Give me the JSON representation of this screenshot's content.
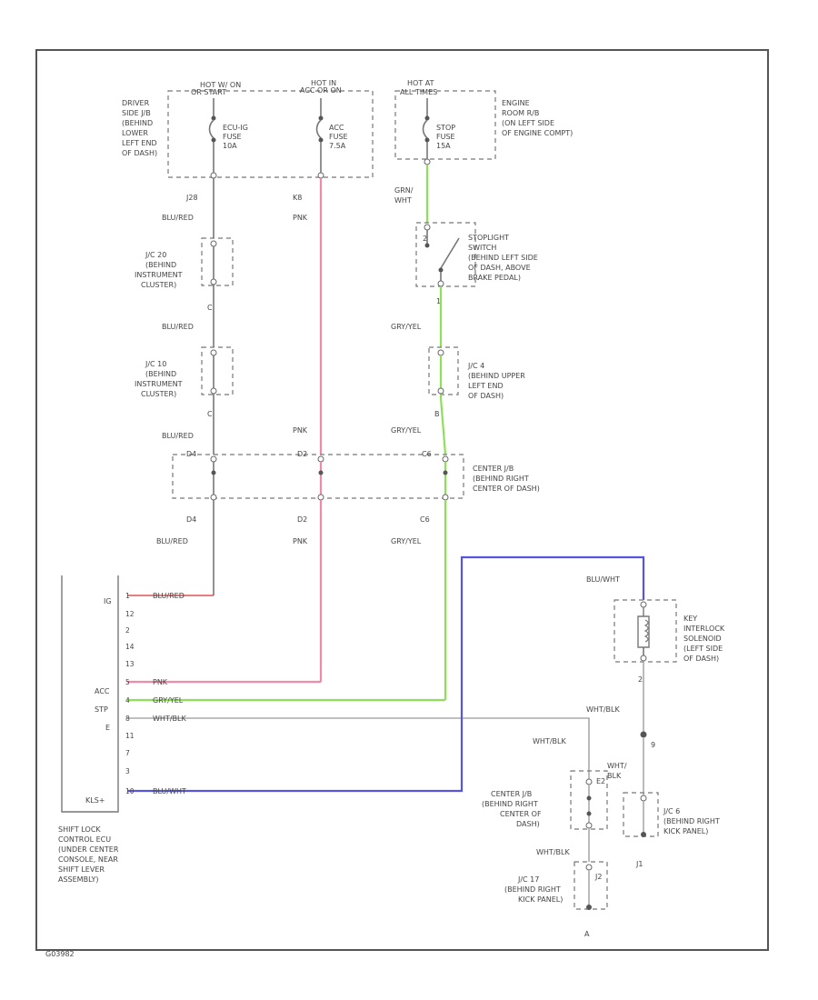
{
  "fuses": {
    "f1": {
      "hot": "HOT W/ ON",
      "hot2": "OR START",
      "name": "ECU-IG",
      "amp": "10A"
    },
    "f2": {
      "hot": "HOT IN",
      "hot2": "ACC OR ON",
      "name": "ACC",
      "amp": "7.5A"
    },
    "f3": {
      "hot": "HOT AT",
      "hot2": "ALL TIMES",
      "name": "STOP",
      "amp": "15A"
    }
  },
  "labels": {
    "driver_jb": [
      "DRIVER",
      "SIDE J/B",
      "(BEHIND",
      "LOWER",
      "LEFT END",
      "OF DASH)"
    ],
    "engine_rb": [
      "ENGINE",
      "ROOM R/B",
      "(ON LEFT SIDE",
      "OF ENGINE COMPT)"
    ],
    "stoplight": [
      "STOPLIGHT",
      "SWITCH",
      "(BEHIND LEFT SIDE",
      "OF DASH, ABOVE",
      "BRAKE PEDAL)"
    ],
    "jc20": [
      "J/C 20",
      "(BEHIND",
      "INSTRUMENT",
      "CLUSTER)"
    ],
    "jc10": [
      "J/C 10",
      "(BEHIND",
      "INSTRUMENT",
      "CLUSTER)"
    ],
    "jc4": [
      "J/C 4",
      "(BEHIND UPPER",
      "LEFT END",
      "OF DASH)"
    ],
    "center_jb": [
      "CENTER J/B",
      "(BEHIND RIGHT",
      "CENTER OF DASH)"
    ],
    "key_interlock": [
      "KEY",
      "INTERLOCK",
      "SOLENOID",
      "(LEFT SIDE",
      "OF DASH)"
    ],
    "ecu": [
      "SHIFT LOCK",
      "CONTROL ECU",
      "(UNDER CENTER",
      "CONSOLE, NEAR",
      "SHIFT LEVER",
      "ASSEMBLY)"
    ],
    "center_jb2": [
      "CENTER J/B",
      "(BEHIND RIGHT",
      "CENTER OF",
      "DASH)"
    ],
    "jc6": [
      "J/C 6",
      "(BEHIND RIGHT",
      "KICK PANEL)"
    ],
    "jc17": [
      "J/C 17",
      "(BEHIND RIGHT",
      "KICK PANEL)"
    ]
  },
  "wires": {
    "blu_red": "BLU/RED",
    "pnk": "PNK",
    "grn_wht": [
      "GRN/",
      "WHT"
    ],
    "gry_yel": "GRY/YEL",
    "blu_wht": "BLU/WHT",
    "wht_blk": "WHT/BLK",
    "wht_blk_stack": [
      "WHT/",
      "BLK"
    ]
  },
  "connectors": {
    "j28": "J28",
    "k8": "K8",
    "n1": "1",
    "n2a": "2",
    "n2b": "2",
    "n8": "8",
    "n1b": "1",
    "d4a": "D4",
    "d4b": "D4",
    "d2a": "D2",
    "d2b": "D2",
    "c6a": "C6",
    "c6b": "C6",
    "n2c": "2",
    "n9": "9",
    "e2": "E2",
    "j1": "J1",
    "j2": "J2",
    "a": "A",
    "b": "B",
    "c": "C"
  },
  "ecu_pins": {
    "ig": "IG",
    "acc": "ACC",
    "stp": "STP",
    "e": "E",
    "kls": "KLS+",
    "nums": [
      "1",
      "12",
      "2",
      "14",
      "13",
      "5",
      "4",
      "8",
      "11",
      "7",
      "3",
      "10"
    ]
  },
  "footer": "G03982"
}
